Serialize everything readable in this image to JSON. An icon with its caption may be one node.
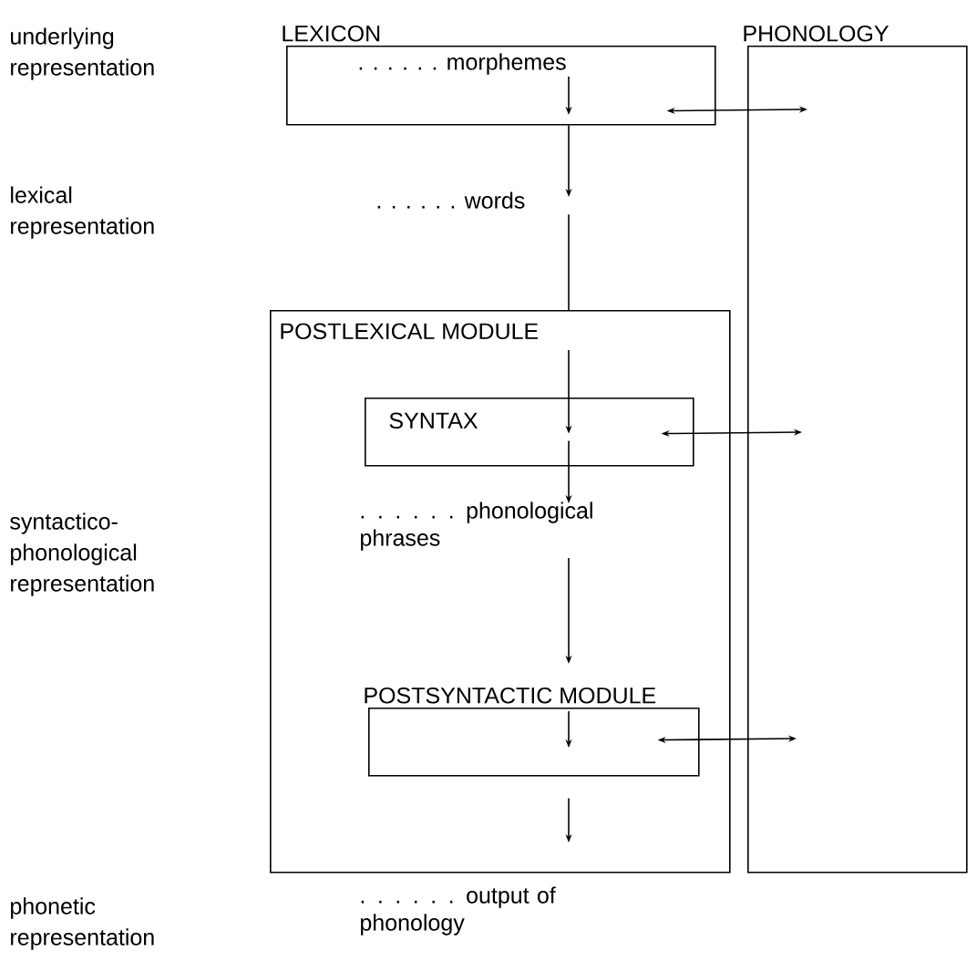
{
  "diagram": {
    "nodes": [
      {
        "text": [
          "LEXICON"
        ]
      },
      {
        "text": [
          ". . . . . . morphemes"
        ],
        "in": 0
      },
      {
        "text": [
          ". . . . . . words"
        ]
      },
      {
        "text": [
          "PHONOLOGY"
        ]
      },
      {
        "text": [
          "POSTLEXICAL MODULE"
        ]
      },
      {
        "text": [
          "SYNTAX"
        ],
        "in": 4
      },
      {
        "text": [
          ". . . . . . phonological phrases"
        ],
        "in": 4
      },
      {
        "text": [
          "POSTSYNTACTIC MODULE"
        ],
        "in": 4
      },
      {
        "text": [
          ". . . . . . output of phonology"
        ]
      }
    ],
    "edges": [
      {
        "from": 1,
        "to": null,
        "arrow": "to"
      },
      {
        "from": 0,
        "to": 2,
        "arrow": "to"
      },
      {
        "from": 0,
        "to": 3,
        "arrow": "both"
      },
      {
        "from": 2,
        "to": 4,
        "arrow": "none"
      },
      {
        "from": 4,
        "to": 5,
        "arrow": "to"
      },
      {
        "from": 5,
        "to": 6,
        "arrow": "to"
      },
      {
        "from": 5,
        "to": 3,
        "arrow": "both"
      },
      {
        "from": 6,
        "to": 7,
        "arrow": "to"
      },
      {
        "from": 7,
        "to": 3,
        "arrow": "both"
      },
      {
        "from": 7,
        "to": 8,
        "arrow": "to"
      }
    ],
    "labels": [
      "underlying representation",
      "lexical representation",
      "syntactico-phonological representation",
      "phonetic representation"
    ]
  }
}
